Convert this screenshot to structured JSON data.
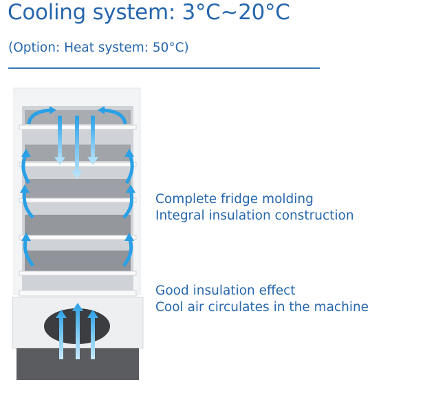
{
  "header": {
    "title": "Cooling system: 3°C~20°C",
    "subtitle": "(Option: Heat system: 50°C)"
  },
  "features": [
    {
      "line1": "Complete fridge molding",
      "line2": "Integral insulation construction"
    },
    {
      "line1": "Good insulation effect",
      "line2": "Cool air circulates in the machine"
    }
  ],
  "colors": {
    "text": "#2566ad",
    "arrow": "#29a3e8",
    "rule": "#3b78b8"
  }
}
